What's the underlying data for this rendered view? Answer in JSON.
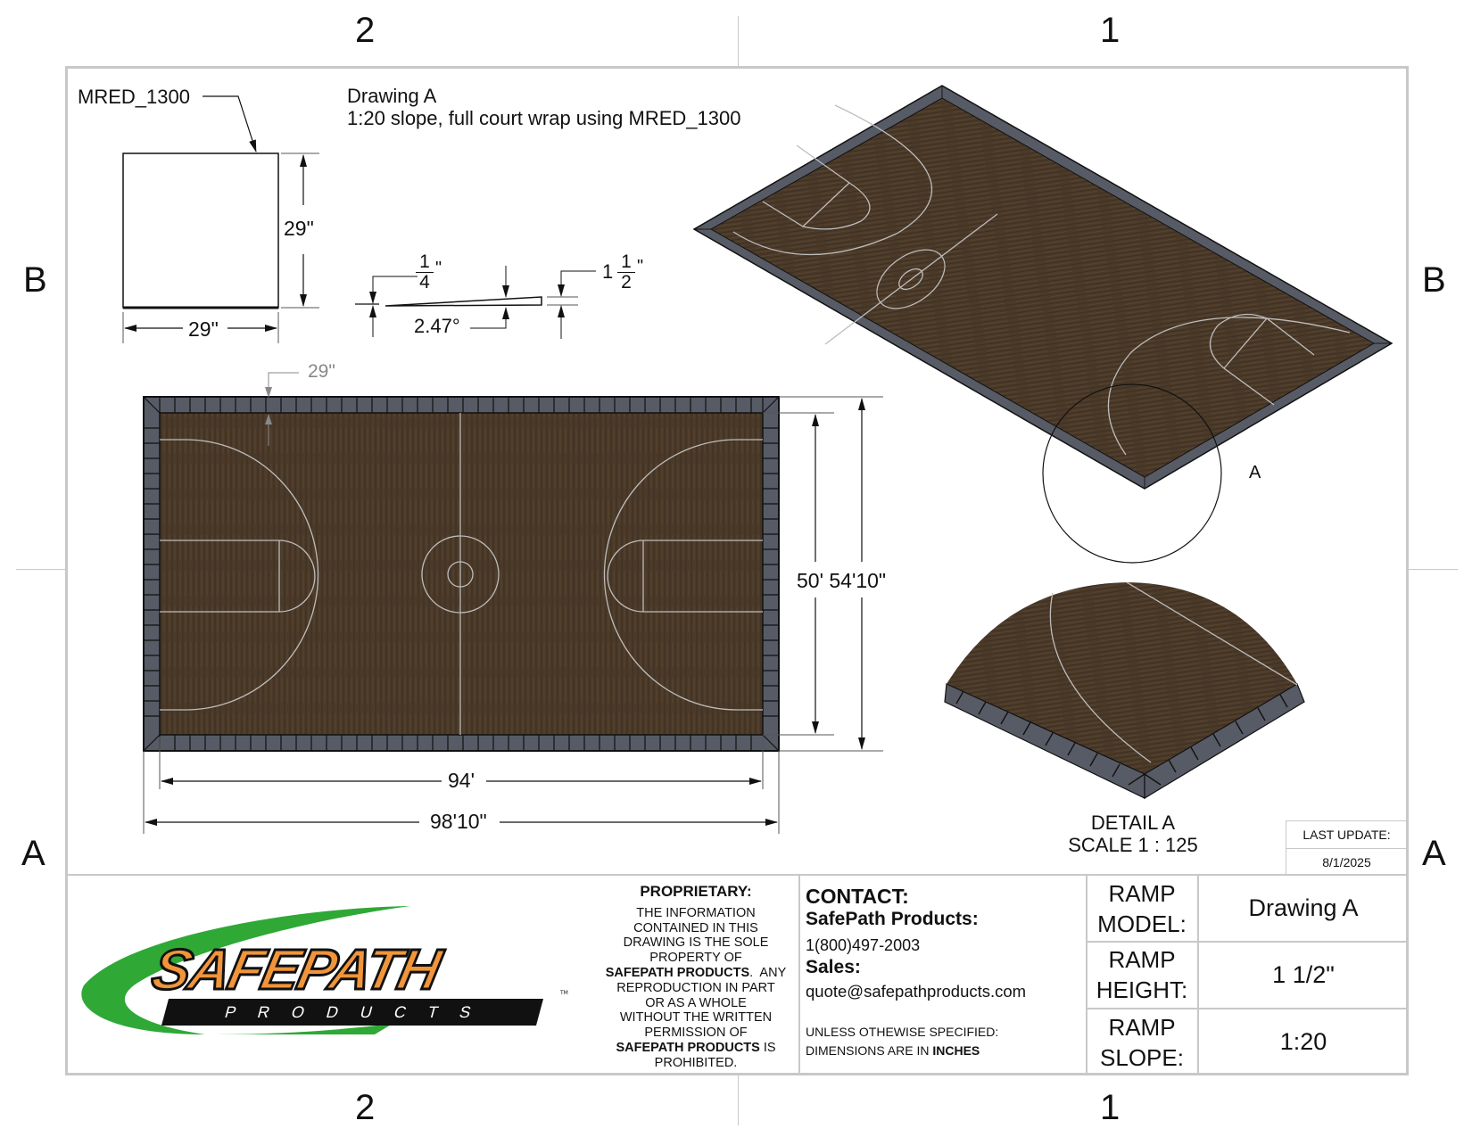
{
  "zones": {
    "top": [
      "2",
      "1"
    ],
    "bottom": [
      "2",
      "1"
    ],
    "left": [
      "B",
      "A"
    ],
    "right": [
      "B",
      "A"
    ]
  },
  "notes": {
    "title": "Drawing A",
    "subtitle": "1:20 slope, full court wrap using MRED_1300"
  },
  "tile_view": {
    "callout": "MRED_1300",
    "width": "29\"",
    "height": "29\""
  },
  "profile_view": {
    "min_height_num": "1",
    "min_height_den": "4",
    "min_height_unit": "\"",
    "max_height_whole": "1",
    "max_height_num": "1",
    "max_height_den": "2",
    "max_height_unit": "\"",
    "angle": "2.47°"
  },
  "court_plan": {
    "tile_width": "29\"",
    "inner_length": "94'",
    "outer_length": "98'10\"",
    "widths": "50' 54'10\"",
    "colors": {
      "wood": "#4a3828",
      "tile": "#575b66",
      "lines": "#bdbdbd"
    }
  },
  "iso_view": {
    "detail_label": "A"
  },
  "detail": {
    "title": "DETAIL A",
    "scale": "SCALE 1 : 125"
  },
  "last_update": {
    "label": "LAST UPDATE:",
    "date": "8/1/2025"
  },
  "logo": {
    "word": "SAFEPATH",
    "sub": "P R O D U C T S",
    "tm": "TM",
    "colors": {
      "swoosh": "#2fa836",
      "orange": "#f0953a",
      "black": "#111111"
    }
  },
  "proprietary": {
    "heading": "PROPRIETARY:",
    "lines": [
      "THE INFORMATION",
      "CONTAINED IN THIS",
      "DRAWING IS THE SOLE",
      "PROPERTY OF"
    ],
    "company_bold": "SAFEPATH PRODUCTS",
    "after_company": ".  ANY",
    "lines2": [
      "REPRODUCTION IN PART",
      "OR AS A WHOLE",
      "WITHOUT THE WRITTEN",
      "PERMISSION OF"
    ],
    "company_bold2": "SAFEPATH PRODUCTS",
    "after_company2": " IS",
    "last": "PROHIBITED."
  },
  "contact": {
    "heading": "CONTACT:",
    "company": "SafePath Products:",
    "phone": "1(800)497-2003",
    "sales_label": "Sales:",
    "email": "quote@safepathproducts.com",
    "units_line1": "UNLESS OTHEWISE SPECIFIED:",
    "units_line2_prefix": "DIMENSIONS ARE IN ",
    "units_line2_bold": "INCHES"
  },
  "spec_table": [
    {
      "label1": "RAMP",
      "label2": "MODEL:",
      "value": "Drawing A"
    },
    {
      "label1": "RAMP",
      "label2": "HEIGHT:",
      "value": "1 1/2\""
    },
    {
      "label1": "RAMP",
      "label2": "SLOPE:",
      "value": "1:20"
    }
  ]
}
